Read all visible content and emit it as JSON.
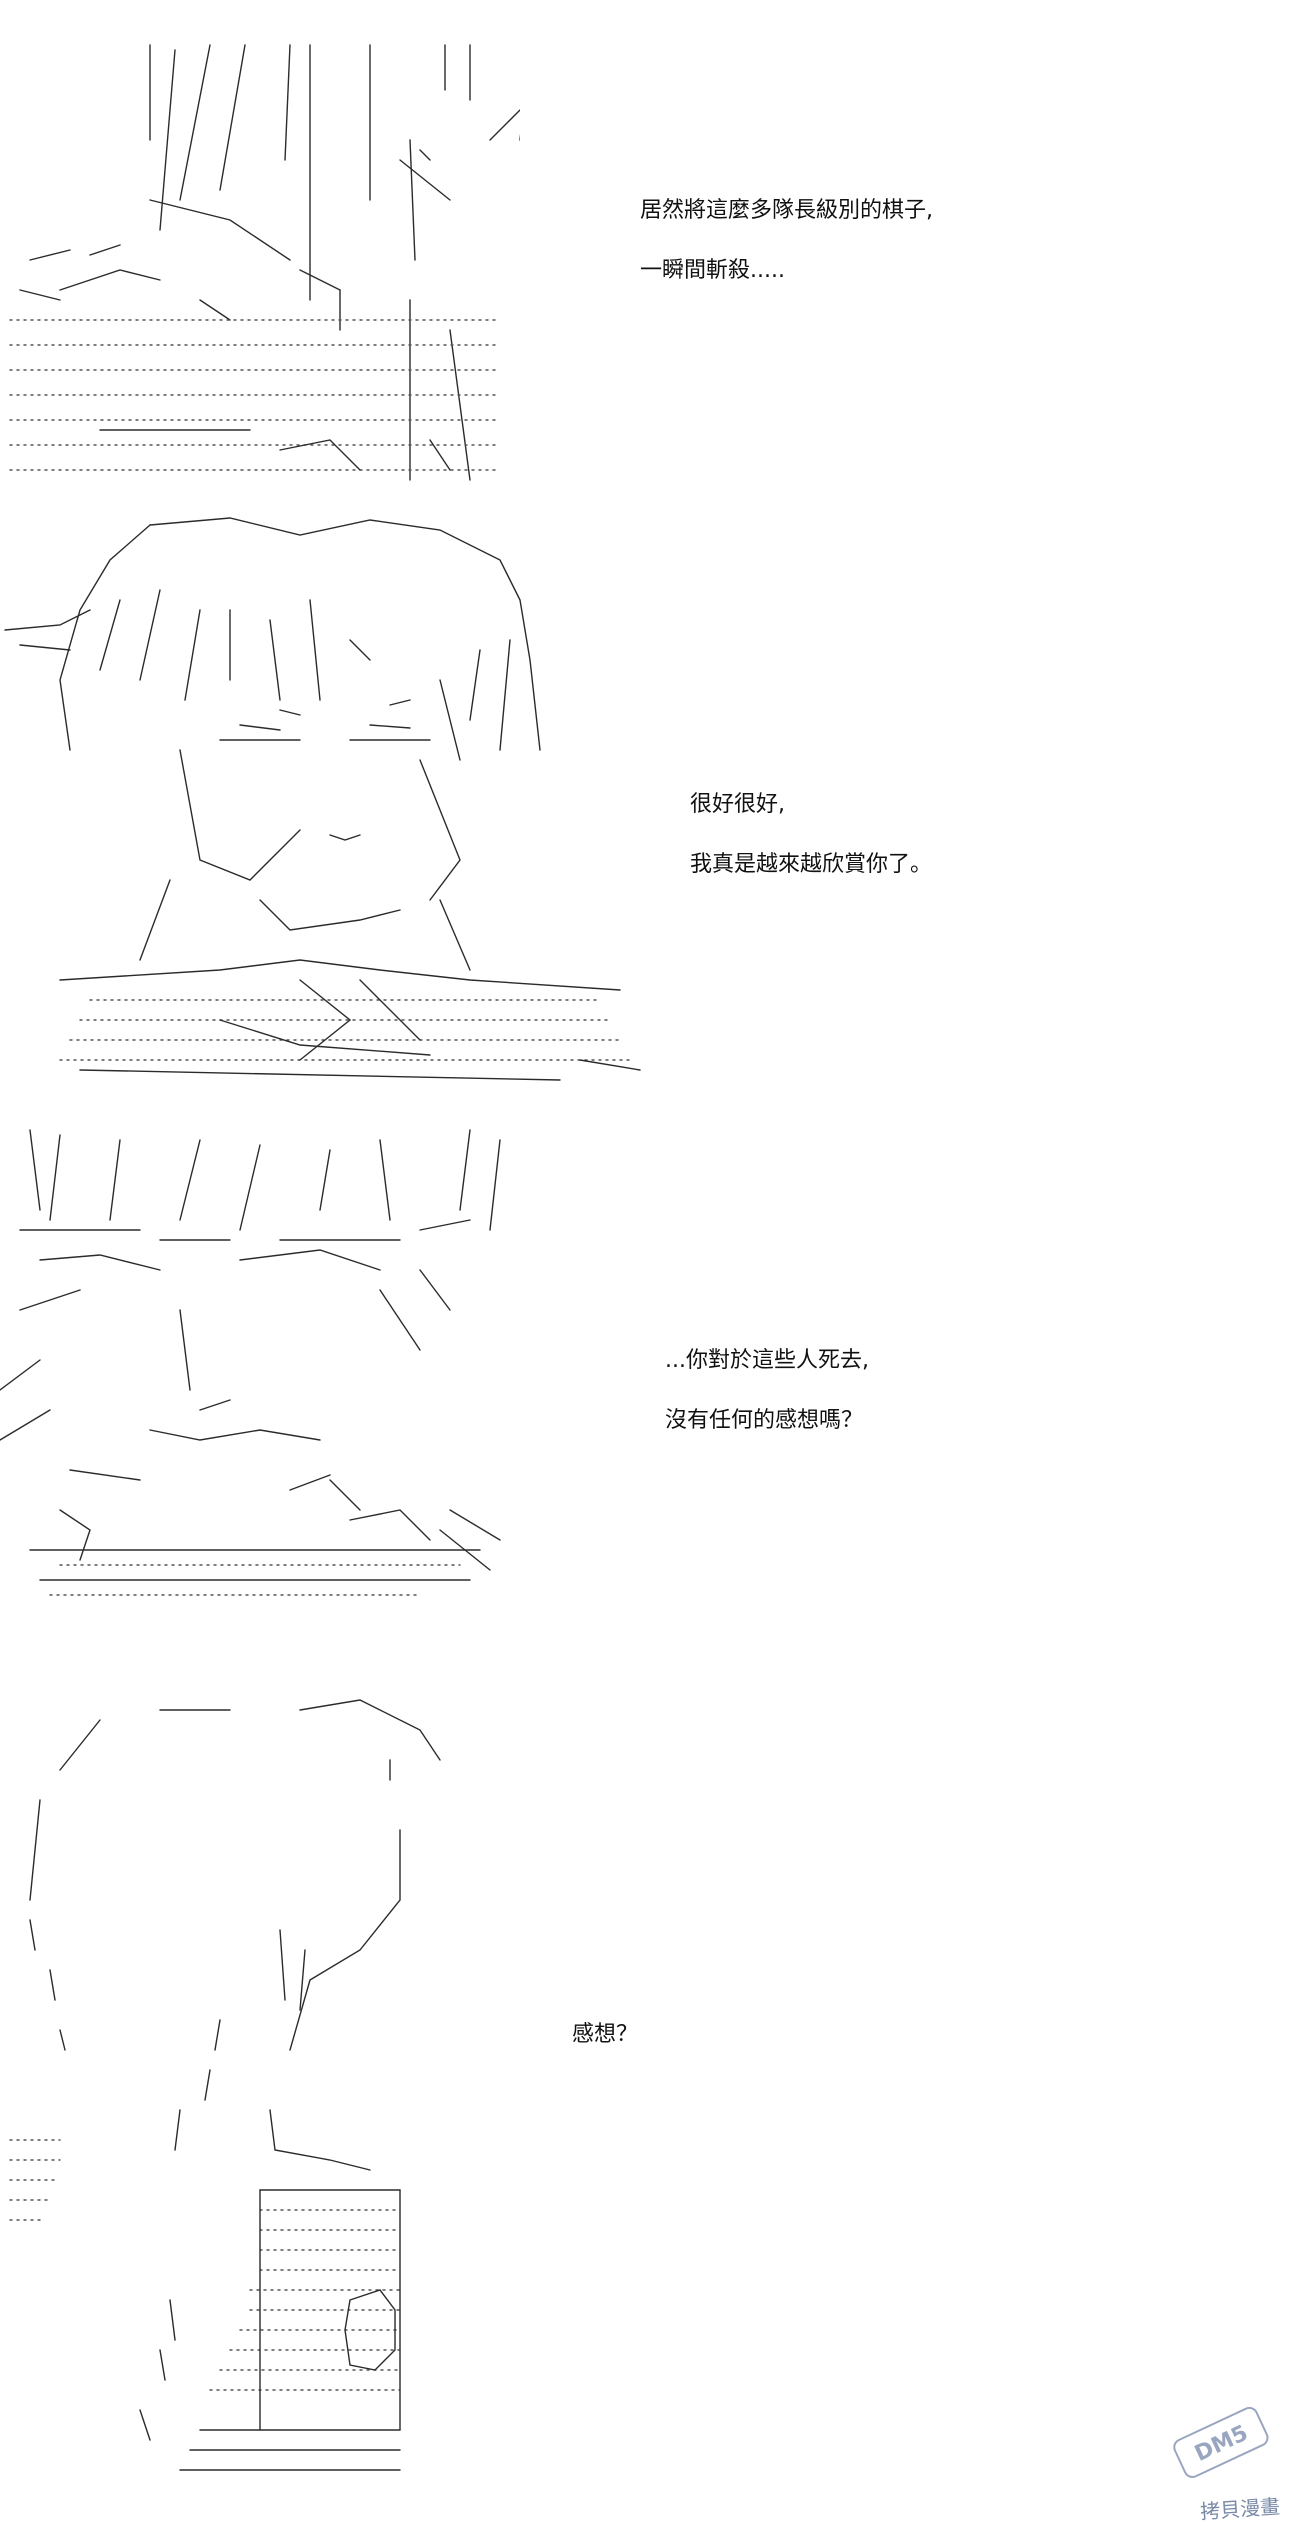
{
  "panels": [
    {
      "id": "panel-1",
      "dialogue": [
        "居然將這麼多隊長級別的棋子,",
        "一瞬間斬殺....."
      ]
    },
    {
      "id": "panel-2",
      "dialogue": [
        "很好很好,",
        "我真是越來越欣賞你了。"
      ]
    },
    {
      "id": "panel-3",
      "dialogue": [
        "...你對於這些人死去,",
        "沒有任何的感想嗎？"
      ]
    },
    {
      "id": "panel-4",
      "dialogue": [
        "感想？"
      ]
    }
  ],
  "watermark": {
    "logo": "DM5",
    "text": "拷貝漫畫"
  }
}
